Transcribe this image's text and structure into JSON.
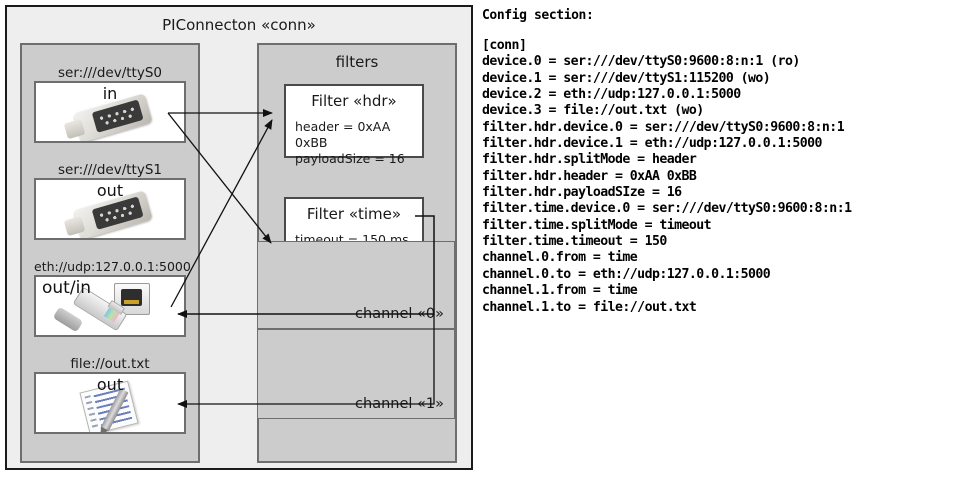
{
  "diagram": {
    "outer": {
      "title": "PIConnecton «conn»"
    },
    "devices_panel": {
      "items": [
        {
          "label": "ser:///dev/ttyS0",
          "direction": "in",
          "icon": "serial-db9-icon"
        },
        {
          "label": "ser:///dev/ttyS1",
          "direction": "out",
          "icon": "serial-db9-icon"
        },
        {
          "label": "eth://udp:127.0.0.1:5000",
          "direction": "out/in",
          "icon": "ethernet-rj45-icon"
        },
        {
          "label": "file://out.txt",
          "direction": "out",
          "icon": "text-file-icon"
        }
      ]
    },
    "filters_panel": {
      "title": "filters",
      "filters": [
        {
          "title": "Filter «hdr»",
          "props": [
            "header = 0xAA 0xBB",
            "payloadSize = 16"
          ]
        },
        {
          "title": "Filter «time»",
          "props": [
            "timeout = 150 ms"
          ]
        }
      ],
      "channels": [
        {
          "label": "channel «0»"
        },
        {
          "label": "channel «1»"
        }
      ]
    }
  },
  "config": {
    "heading": "Config section:",
    "text": "[conn]\ndevice.0 = ser:///dev/ttyS0:9600:8:n:1 (ro)\ndevice.1 = ser:///dev/ttyS1:115200 (wo)\ndevice.2 = eth://udp:127.0.0.1:5000\ndevice.3 = file://out.txt (wo)\nfilter.hdr.device.0 = ser:///dev/ttyS0:9600:8:n:1\nfilter.hdr.device.1 = eth://udp:127.0.0.1:5000\nfilter.hdr.splitMode = header\nfilter.hdr.header = 0xAA 0xBB\nfilter.hdr.payloadSIze = 16\nfilter.time.device.0 = ser:///dev/ttyS0:9600:8:n:1\nfilter.time.splitMode = timeout\nfilter.time.timeout = 150\nchannel.0.from = time\nchannel.0.to = eth://udp:127.0.0.1:5000\nchannel.1.from = time\nchannel.1.to = file://out.txt"
  },
  "colors": {
    "panel_fill": "#cccccc",
    "outer_fill": "#eeeeee",
    "box_fill": "#ffffff",
    "border_dark": "#1a1a1a",
    "border_gray": "#6e6e6e"
  }
}
